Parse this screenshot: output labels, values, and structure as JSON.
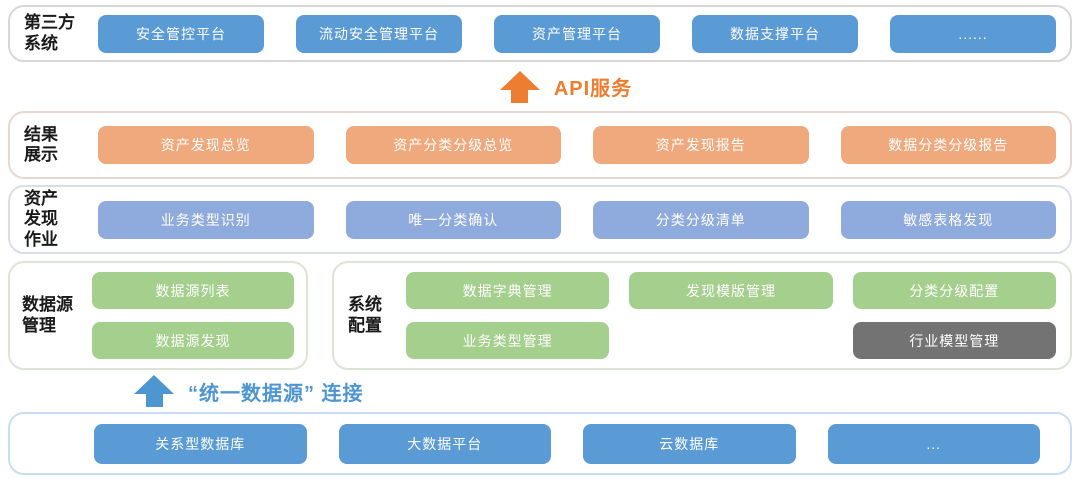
{
  "colors": {
    "blue_box": "#5B9BD5",
    "orange_box": "#F0A87D",
    "orange_accent": "#ED7D31",
    "purple_box": "#8FAADC",
    "green_box": "#A5CF8D",
    "gray_box": "#737373",
    "arrow_blue": "#4E96D1"
  },
  "third_party": {
    "label_lines": [
      "第三方",
      "系统"
    ],
    "boxes": [
      "安全管控平台",
      "流动安全管理平台",
      "资产管理平台",
      "数据支撑平台",
      "......"
    ]
  },
  "api_arrow": {
    "label": "API服务"
  },
  "results": {
    "label_lines": [
      "结果",
      "展示"
    ],
    "boxes": [
      "资产发现总览",
      "资产分类分级总览",
      "资产发现报告",
      "数据分类分级报告"
    ]
  },
  "discovery": {
    "label_lines": [
      "资产",
      "发现",
      "作业"
    ],
    "boxes": [
      "业务类型识别",
      "唯一分类确认",
      "分类分级清单",
      "敏感表格发现"
    ]
  },
  "datasource_mgmt": {
    "label_lines": [
      "数据源",
      "管理"
    ],
    "boxes": [
      "数据源列表",
      "数据源发现"
    ]
  },
  "system_config": {
    "label_lines": [
      "系统",
      "配置"
    ],
    "row1": [
      "数据字典管理",
      "发现模版管理",
      "分类分级配置"
    ],
    "row2": [
      "业务类型管理",
      "行业模型管理"
    ]
  },
  "datasource_arrow": {
    "label": "“统一数据源” 连接"
  },
  "databases": {
    "boxes": [
      "关系型数据库",
      "大数据平台",
      "云数据库",
      "..."
    ]
  }
}
